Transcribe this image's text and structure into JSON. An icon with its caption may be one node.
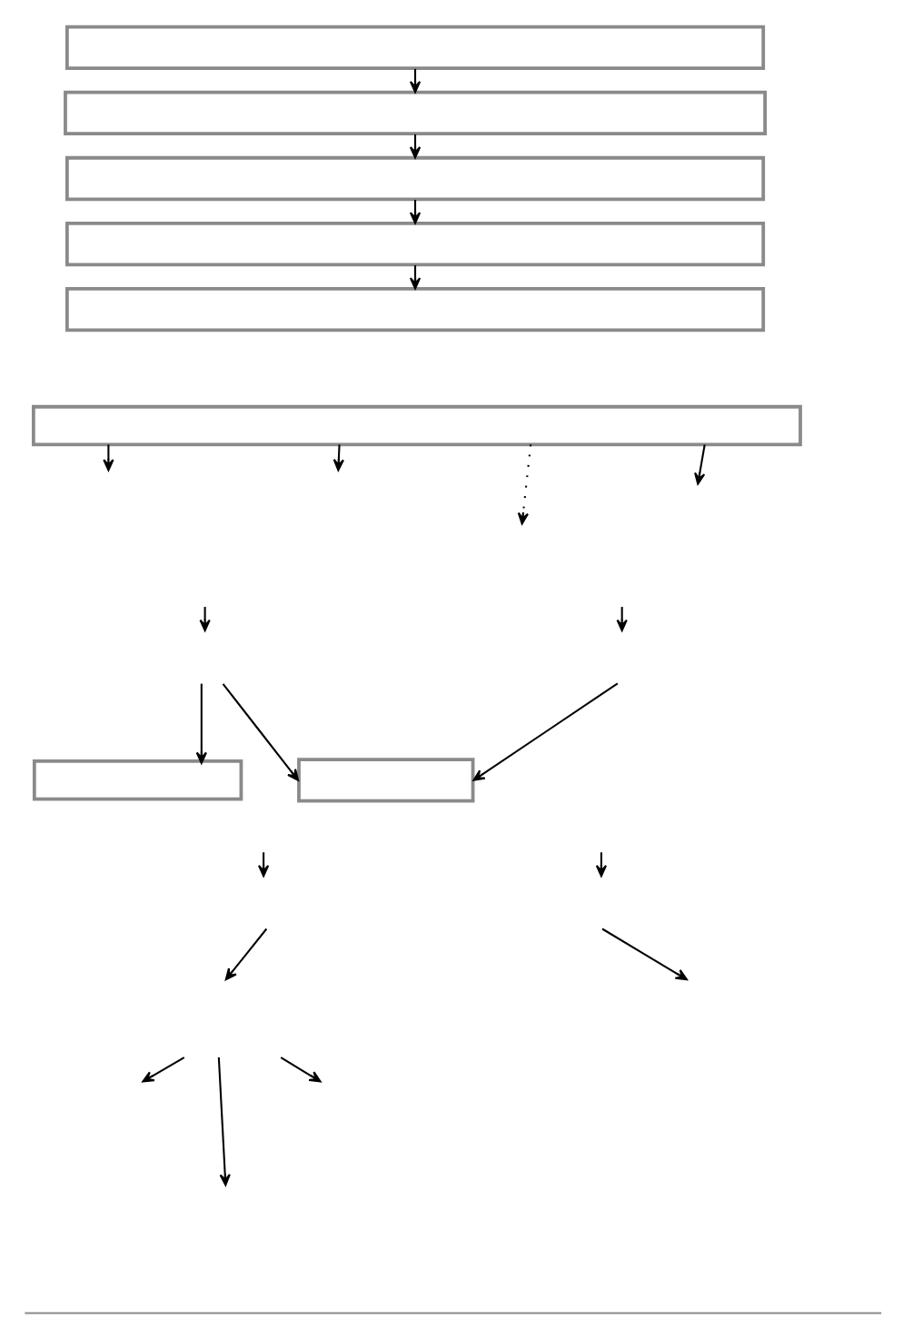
{
  "diagram": {
    "nodes": [
      {
        "text": [],
        "shape": "box"
      },
      {
        "text": [],
        "shape": "box"
      },
      {
        "text": [],
        "shape": "box"
      },
      {
        "text": [],
        "shape": "box"
      },
      {
        "text": [],
        "shape": "box"
      },
      {
        "text": [],
        "shape": "box"
      },
      {
        "text": [],
        "shape": "box"
      },
      {
        "text": [],
        "shape": "box"
      }
    ],
    "edges": [
      {
        "from": 0,
        "to": 1,
        "arrow": "to"
      },
      {
        "from": 1,
        "to": 2,
        "arrow": "to"
      },
      {
        "from": 2,
        "to": 3,
        "arrow": "to"
      },
      {
        "from": 3,
        "to": 4,
        "arrow": "to"
      },
      {
        "from": 5,
        "to": null,
        "arrow": "to",
        "style": "dashed"
      },
      {
        "from": 5,
        "to": null,
        "arrow": "to"
      },
      {
        "from": 5,
        "to": null,
        "arrow": "to"
      },
      {
        "from": 5,
        "to": null,
        "arrow": "to"
      },
      {
        "from": null,
        "to": 6,
        "arrow": "to"
      },
      {
        "from": null,
        "to": 7,
        "arrow": "to"
      },
      {
        "from": null,
        "to": 7,
        "arrow": "to"
      }
    ]
  }
}
